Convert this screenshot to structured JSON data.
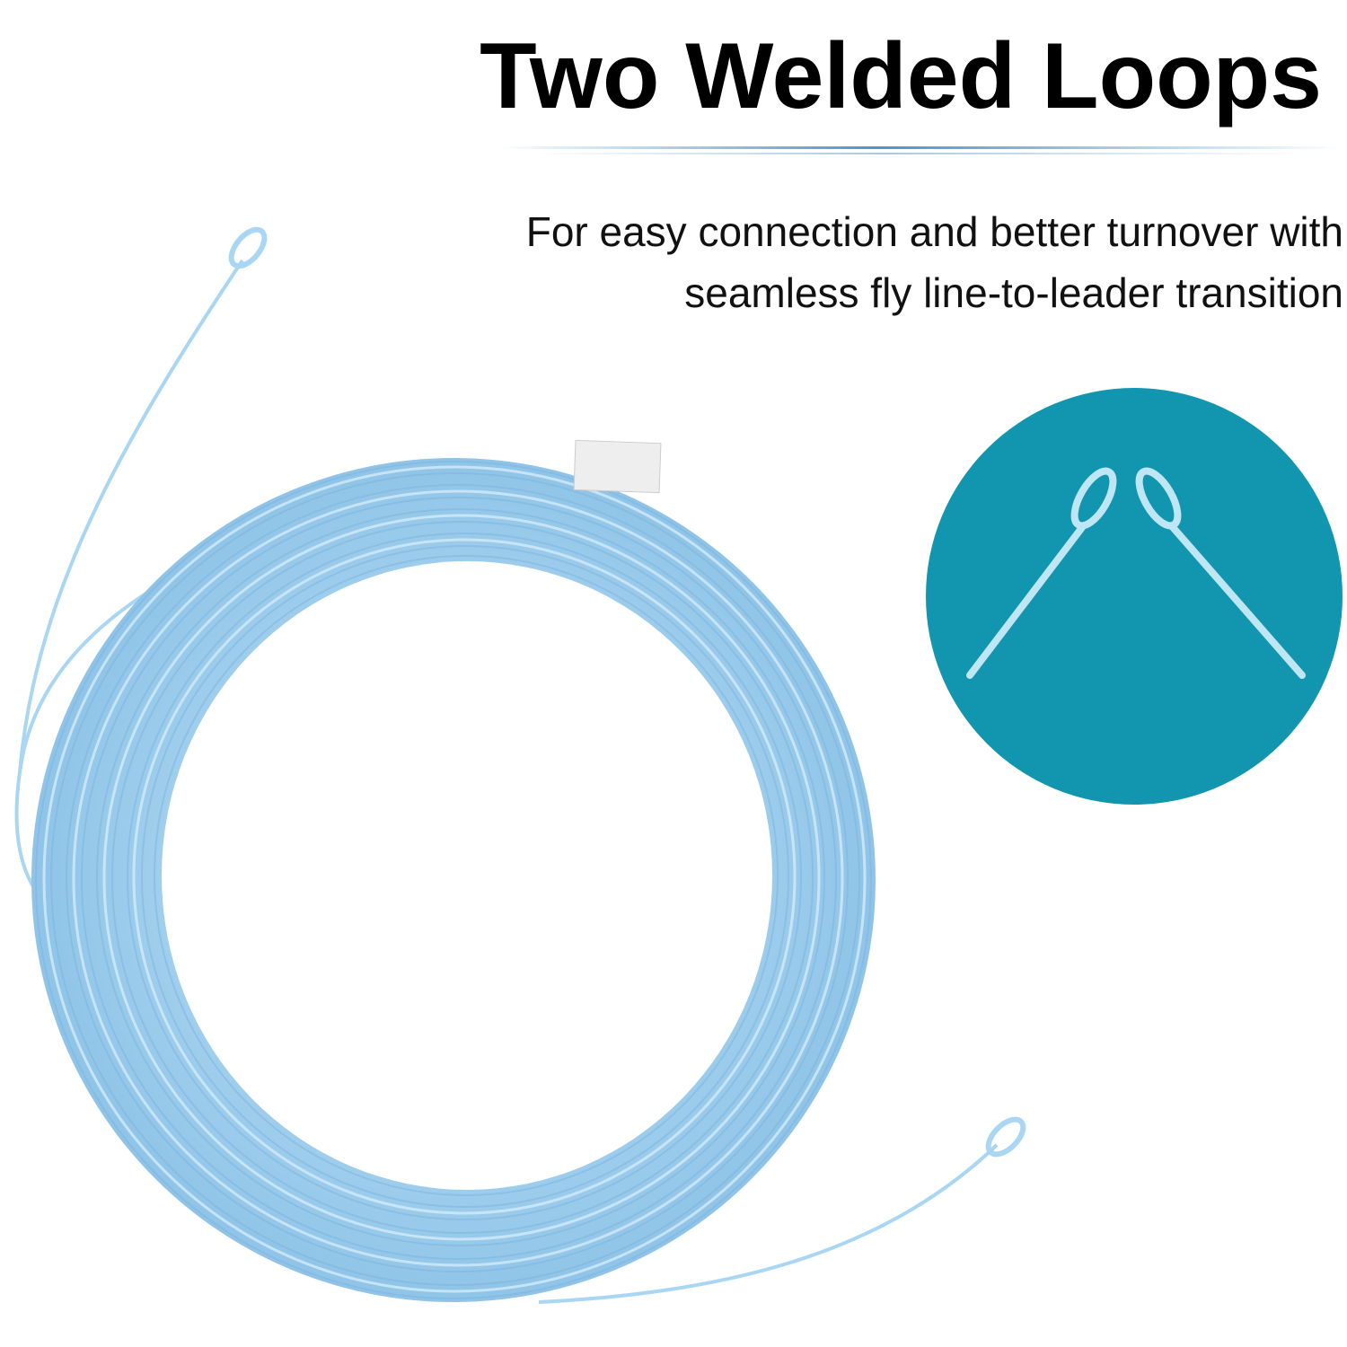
{
  "headline": "Two Welded Loops",
  "description": {
    "line1": "For easy connection and better turnover with",
    "line2": "seamless fly line-to-leader transition"
  },
  "colors": {
    "line_blue": "#9fd0ef",
    "line_shadow": "#7fb6de",
    "line_highlight": "#c6e6f8",
    "inset_teal": "#1296b0",
    "inset_loop": "#bfe6f4",
    "divider": "#3a86c8"
  },
  "illustration": {
    "main": "coiled-fly-line",
    "inset": "two-welded-loops-closeup"
  }
}
